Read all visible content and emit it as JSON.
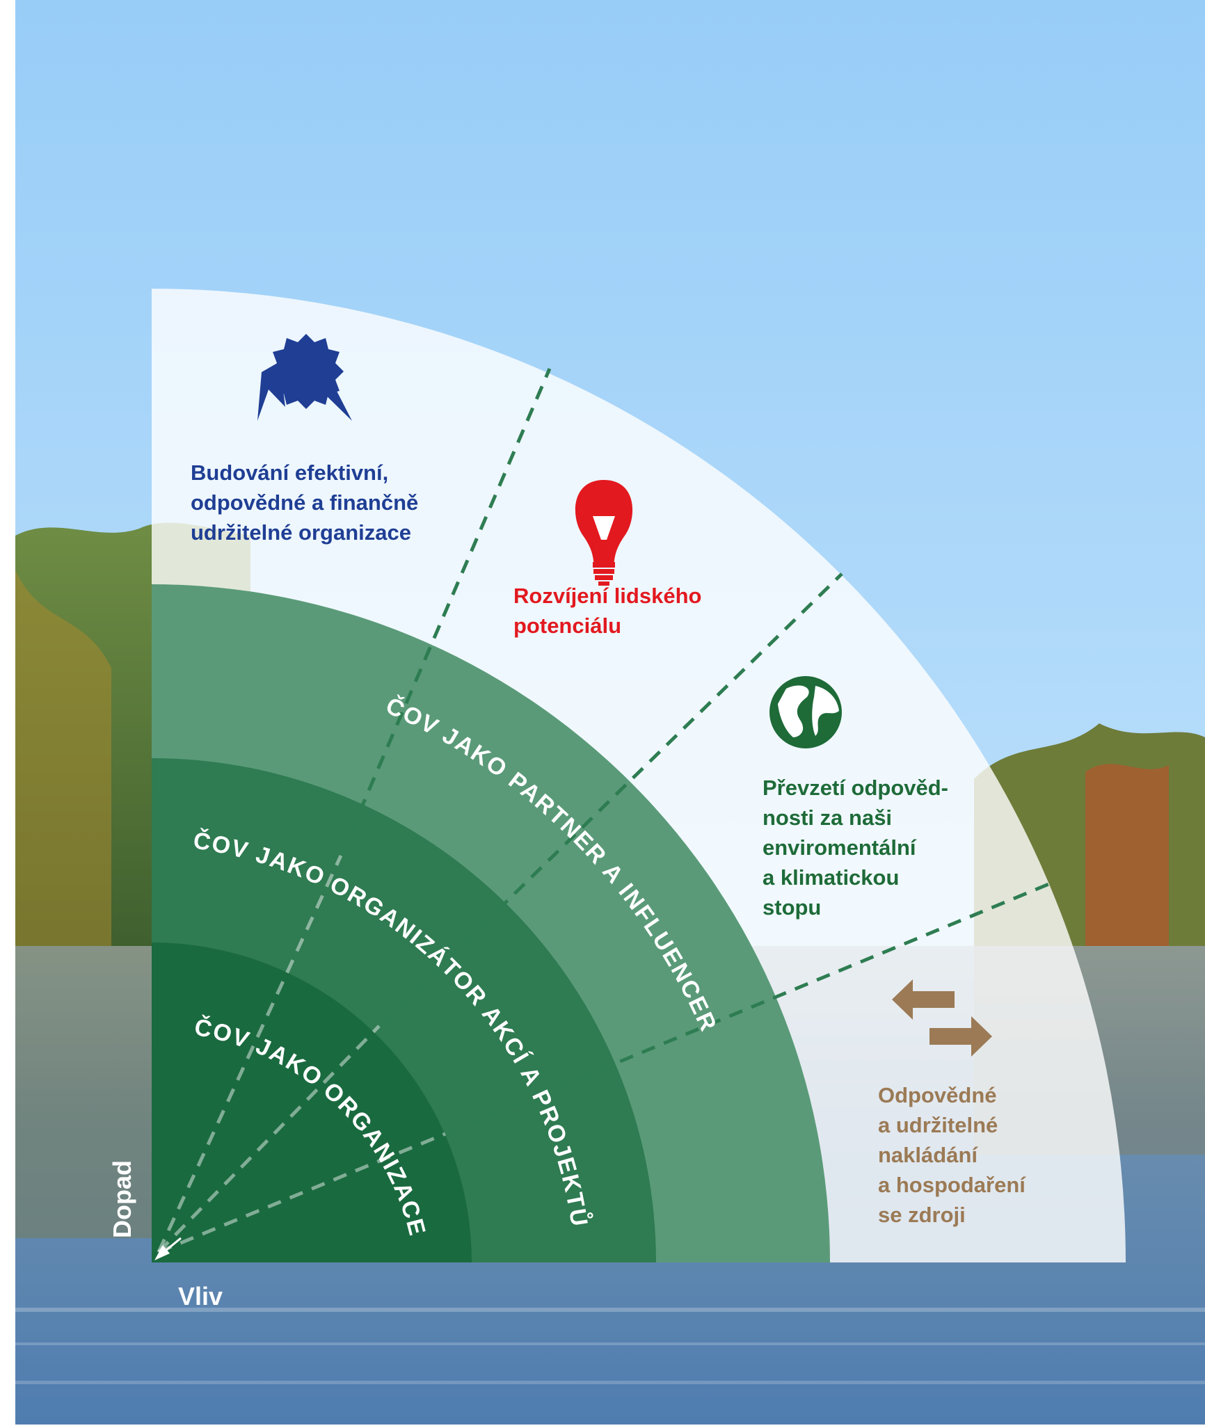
{
  "segments": {
    "organization": {
      "label_line1": "Budování efektivní,",
      "label_line2": "odpovědné a finančně",
      "label_line3": "udržitelné organizace",
      "icon": "award-rosette-icon",
      "color": "#1f3e94"
    },
    "people": {
      "label_line1": "Rozvíjení lidského",
      "label_line2": "potenciálu",
      "icon": "lightbulb-icon",
      "color": "#e2191f"
    },
    "environment": {
      "label_line1": "Převzetí odpověd-",
      "label_line2": "nosti za naši",
      "label_line3": "enviromentální",
      "label_line4": "a klimatickou",
      "label_line5": "stopu",
      "icon": "globe-icon",
      "color": "#1e6b38"
    },
    "resources": {
      "label_line1": "Odpovědné",
      "label_line2": "a udržitelné",
      "label_line3": "nakládání",
      "label_line4": "a hospodaření",
      "label_line5": "se zdroji",
      "icon": "exchange-arrows-icon",
      "color": "#9b7a55"
    }
  },
  "rings": {
    "inner": "ČOV JAKO ORGANIZACE",
    "middle": "ČOV JAKO ORGANIZÁTOR AKCÍ A PROJEKTŮ",
    "outer": "ČOV JAKO PARTNER A INFLUENCER"
  },
  "axes": {
    "vertical": "Dopad",
    "horizontal": "Vliv"
  },
  "colors": {
    "ring_inner": "#1a6a3f",
    "ring_middle": "#2f7b52",
    "ring_outer": "#5a9a78",
    "sky_top": "#98cdf8",
    "water": "#5c86ad"
  }
}
